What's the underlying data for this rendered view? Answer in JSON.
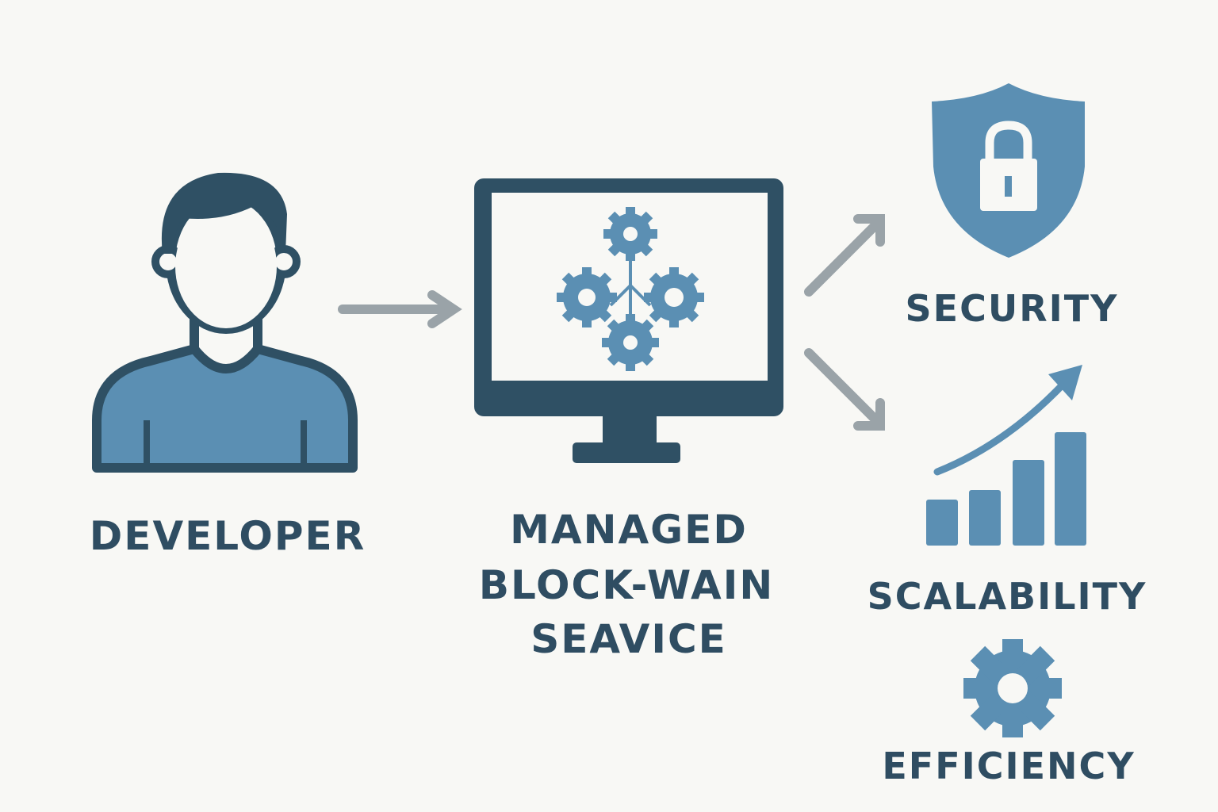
{
  "colors": {
    "dark": "#2f5064",
    "blue": "#5b8fb3",
    "arrow": "#9aa3a8",
    "background": "#f8f8f5"
  },
  "developer": {
    "label": "DEVELOPER",
    "icon": "person-icon"
  },
  "service": {
    "label_lines": [
      "MANAGED",
      "BLOCK-WAIN",
      "SEAVICE"
    ],
    "icon": "monitor-gears-icon"
  },
  "benefits": [
    {
      "label": "SECURITY",
      "icon": "shield-lock-icon"
    },
    {
      "label": "SCALABILITY",
      "icon": "bar-chart-growth-icon"
    },
    {
      "label": "EFFICIENCY",
      "icon": "gear-icon"
    }
  ]
}
